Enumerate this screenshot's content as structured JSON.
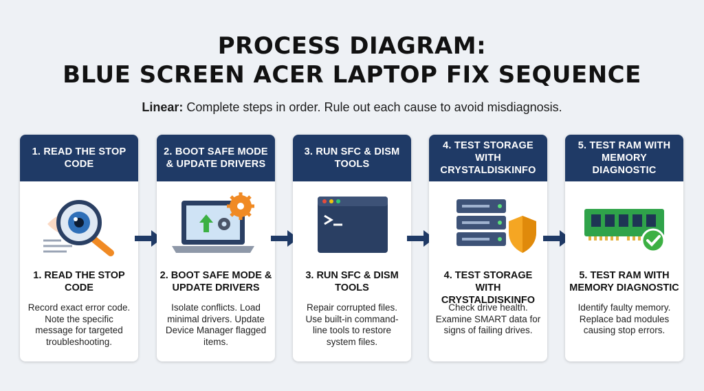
{
  "header": {
    "title_line1": "PROCESS DIAGRAM:",
    "title_line2": "BLUE SCREEN ACER LAPTOP FIX SEQUENCE",
    "subtitle_bold": "Linear:",
    "subtitle_text": " Complete steps in order. Rule out each cause to avoid misdiagnosis."
  },
  "colors": {
    "header_bg": "#1f3a66",
    "arrow": "#1f3a66",
    "orange_accent": "#f08a24",
    "green_accent": "#3cb043"
  },
  "steps": [
    {
      "header": "1. READ THE STOP CODE",
      "icon": "magnifier-eye-icon",
      "title": "1. READ THE STOP CODE",
      "desc": "Record exact error code. Note the specific message for targeted troubleshooting."
    },
    {
      "header": "2. BOOT SAFE MODE & UPDATE DRIVERS",
      "icon": "laptop-update-icon",
      "title": "2. BOOT SAFE MODE & UPDATE DRIVERS",
      "desc": "Isolate conflicts. Load minimal drivers. Update Device Manager flagged items."
    },
    {
      "header": "3. RUN SFC & DISM TOOLS",
      "icon": "terminal-icon",
      "title": "3. RUN SFC & DISM TOOLS",
      "desc": "Repair corrupted files. Use built-in command-line tools to restore system files."
    },
    {
      "header": "4. TEST STORAGE WITH CRYSTALDISKINFO",
      "icon": "storage-shield-icon",
      "title": "4. TEST STORAGE WITH CRYSTALDISKINFO",
      "desc": "Check drive health. Examine SMART data for signs of failing drives."
    },
    {
      "header": "5. TEST RAM WITH MEMORY DIAGNOSTIC",
      "icon": "ram-check-icon",
      "title": "5. TEST RAM WITH MEMORY DIAGNOSTIC",
      "desc": "Identify faulty memory. Replace bad modules causing stop errors."
    }
  ]
}
